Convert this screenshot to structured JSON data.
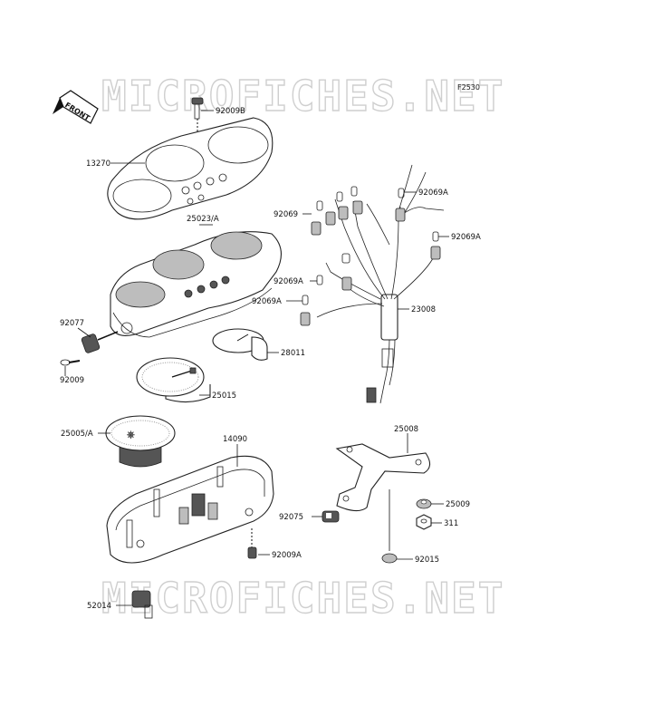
{
  "figure_code": "F2530",
  "watermark": "MICROFICHES.NET",
  "front_label": "FRONT",
  "labels": {
    "p92009B": "92009B",
    "p13270": "13270",
    "p25023A": "25023/A",
    "p92077": "92077",
    "p92009": "92009",
    "p28011": "28011",
    "p25015": "25015",
    "p25005A": "25005/A",
    "p14090": "14090",
    "p92009A_lower": "92009A",
    "p52014": "52014",
    "p92069_left": "92069",
    "p92069A_top_right": "92069A",
    "p92069A_right": "92069A",
    "p92069A_mid": "92069A",
    "p92069A_lower": "92069A",
    "p23008": "23008",
    "p25008": "25008",
    "p25009": "25009",
    "p311": "311",
    "p92075": "92075",
    "p92015": "92015"
  }
}
